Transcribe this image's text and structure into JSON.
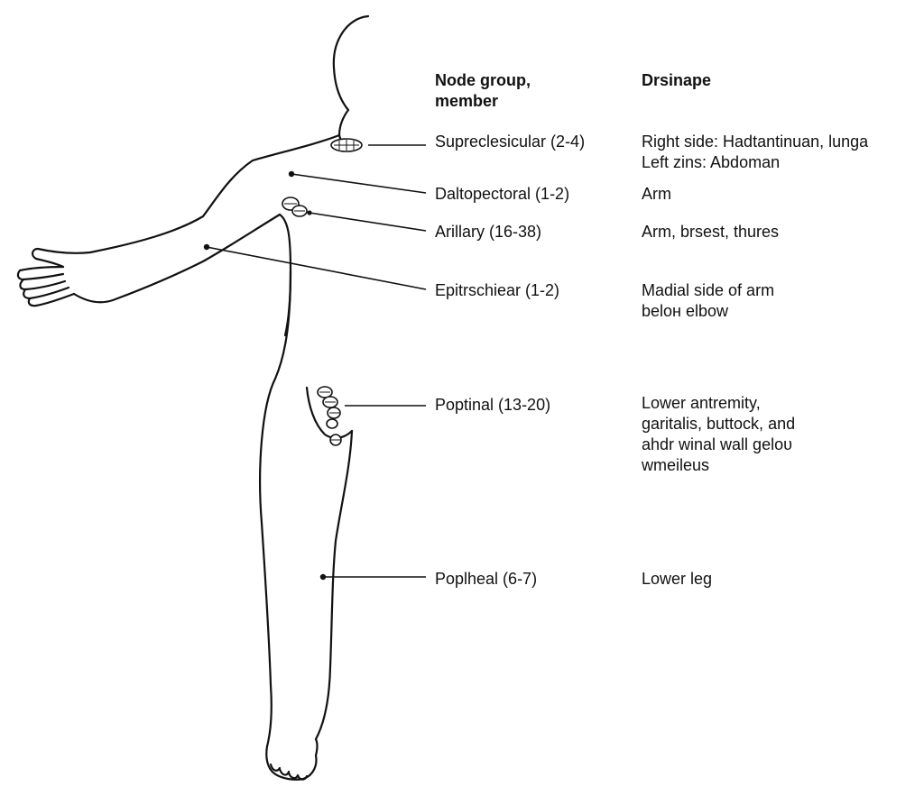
{
  "headers": {
    "node_group": "Node group,\nmember",
    "drainage": "Drsinape"
  },
  "rows": [
    {
      "id": "supraclavicular",
      "label": "Supreclesicular (2-4)",
      "drainage": "Right side: Hadtantinuan, lunga\nLeft zins: Abdoman"
    },
    {
      "id": "deltopectoral",
      "label": "Daltopectoral (1-2)",
      "drainage": "Arm"
    },
    {
      "id": "axillary",
      "label": "Arillary (16-38)",
      "drainage": "Arm, brsest, thures"
    },
    {
      "id": "epitrochlear",
      "label": "Epitrschiear (1-2)",
      "drainage": "Madial side of arm\nbeloн elbow"
    },
    {
      "id": "inguinal",
      "label": "Poptinal (13-20)",
      "drainage": "Lower antremity,\ngaritalis, buttock, and\nahdr winal wall ɡeloυ\nwmeileus"
    },
    {
      "id": "popliteal",
      "label": "Poplheal (6-7)",
      "drainage": "Lower leg"
    }
  ]
}
